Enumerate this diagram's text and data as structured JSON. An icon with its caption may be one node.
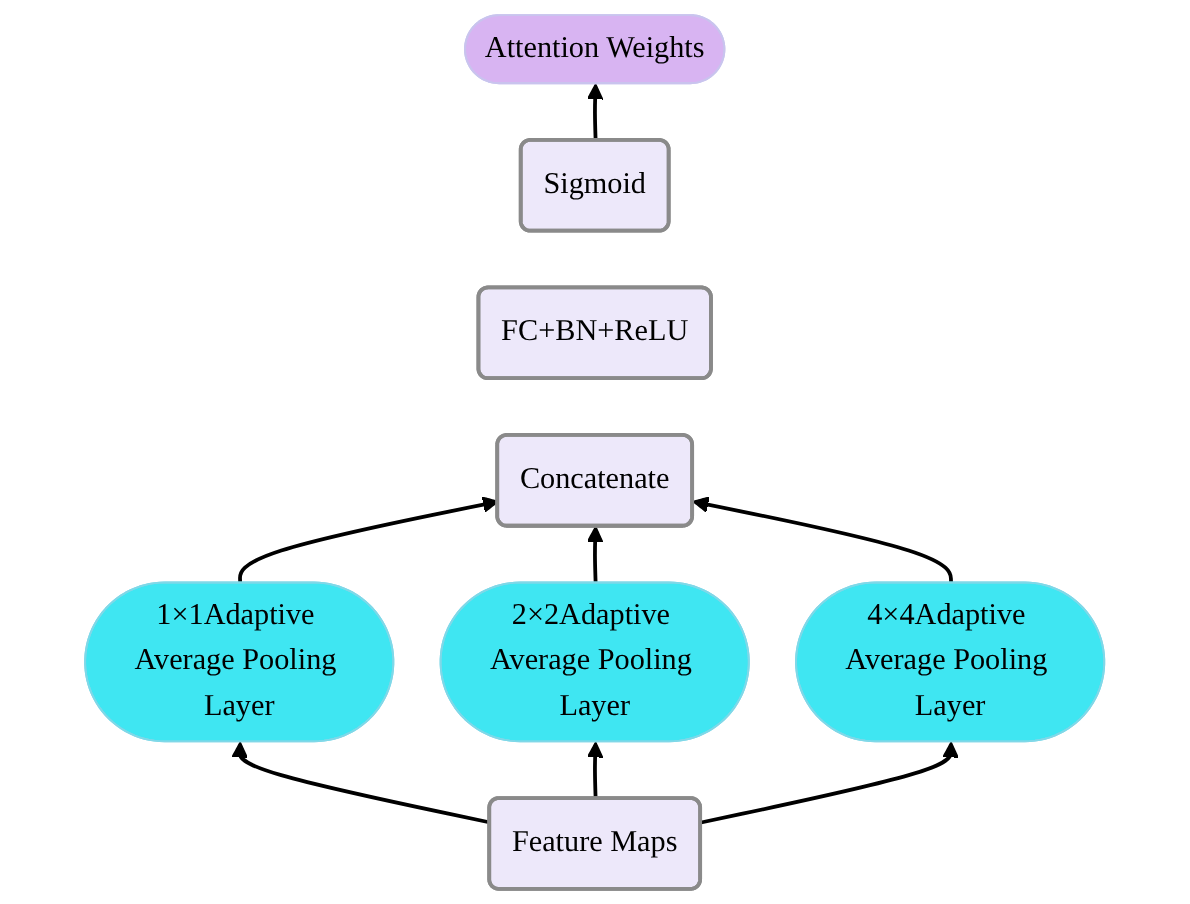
{
  "diagram": {
    "nodes": [
      {
        "text": [
          "Attention Weights"
        ]
      },
      {
        "text": [
          "Sigmoid"
        ]
      },
      {
        "text": [
          "FC+BN+ReLU"
        ]
      },
      {
        "text": [
          "Concatenate"
        ]
      },
      {
        "text": [
          "1×1Adaptive Average Pooling Layer"
        ]
      },
      {
        "text": [
          "2×2Adaptive Average Pooling Layer"
        ]
      },
      {
        "text": [
          "4×4Adaptive Average Pooling Layer"
        ]
      },
      {
        "text": [
          "Feature Maps"
        ]
      }
    ],
    "edges": [
      {
        "from": 1,
        "to": 0,
        "arrow": "to"
      },
      {
        "from": 4,
        "to": 3,
        "arrow": "to"
      },
      {
        "from": 5,
        "to": 3,
        "arrow": "to"
      },
      {
        "from": 6,
        "to": 3,
        "arrow": "to"
      },
      {
        "from": 7,
        "to": 4,
        "arrow": "to"
      },
      {
        "from": 7,
        "to": 5,
        "arrow": "to"
      },
      {
        "from": 7,
        "to": 6,
        "arrow": "to"
      }
    ]
  }
}
